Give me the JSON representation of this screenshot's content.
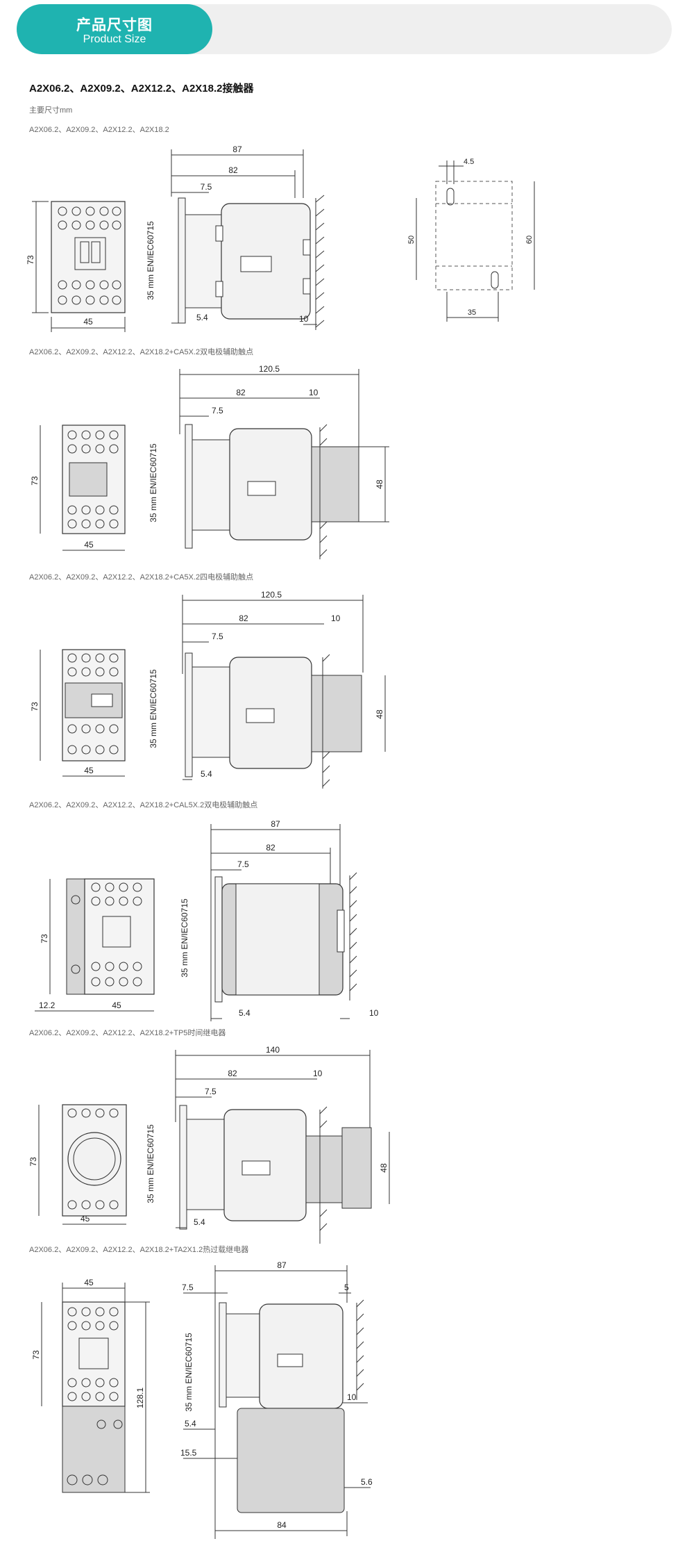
{
  "header": {
    "title_cn": "产品尺寸图",
    "title_en": "Product Size"
  },
  "section": {
    "title": "A2X06.2、A2X09.2、A2X12.2、A2X18.2接触器",
    "subtitle": "主要尺寸mm"
  },
  "drawings": [
    {
      "caption": "A2X06.2、A2X09.2、A2X12.2、A2X18.2",
      "front": {
        "height": "73",
        "width": "45"
      },
      "side": {
        "overall": "87",
        "body": "82",
        "offset": "7.5",
        "rail": "35 mm EN/IEC60715",
        "bottom": "5.4",
        "back": "10"
      },
      "mount": {
        "top": "4.5",
        "inner_h": "50",
        "outer_h": "60",
        "width": "35"
      }
    },
    {
      "caption": "A2X06.2、A2X09.2、A2X12.2、A2X18.2+CA5X.2双电极辅助触点",
      "front": {
        "height": "73",
        "width": "45"
      },
      "side": {
        "overall": "120.5",
        "body": "82",
        "back": "10",
        "offset": "7.5",
        "rail": "35 mm EN/IEC60715",
        "aux_h": "48"
      }
    },
    {
      "caption": "A2X06.2、A2X09.2、A2X12.2、A2X18.2+CA5X.2四电极辅助触点",
      "front": {
        "height": "73",
        "width": "45"
      },
      "side": {
        "overall": "120.5",
        "body": "82",
        "back": "10",
        "offset": "7.5",
        "rail": "35 mm EN/IEC60715",
        "bottom": "5.4",
        "aux_h": "48"
      }
    },
    {
      "caption": "A2X06.2、A2X09.2、A2X12.2、A2X18.2+CAL5X.2双电极辅助触点",
      "front": {
        "height": "73",
        "width": "45",
        "side_w": "12.2"
      },
      "side": {
        "overall": "87",
        "body": "82",
        "offset": "7.5",
        "rail": "35 mm EN/IEC60715",
        "bottom": "5.4",
        "back": "10"
      }
    },
    {
      "caption": "A2X06.2、A2X09.2、A2X12.2、A2X18.2+TP5时间继电器",
      "front": {
        "height": "73",
        "width": "45"
      },
      "side": {
        "overall": "140",
        "body": "82",
        "back": "10",
        "offset": "7.5",
        "rail": "35 mm EN/IEC60715",
        "bottom": "5.4",
        "aux_h": "48"
      }
    },
    {
      "caption": "A2X06.2、A2X09.2、A2X12.2、A2X18.2+TA2X1.2热过载继电器",
      "front": {
        "height": "73",
        "width": "45",
        "total_h": "128.1"
      },
      "side": {
        "overall": "87",
        "offset": "7.5",
        "right": "5",
        "rail": "35 mm EN/IEC60715",
        "back": "10",
        "d1": "5.4",
        "d2": "15.5",
        "d3": "5.6",
        "base": "84"
      }
    }
  ],
  "colors": {
    "accent": "#1fb3b0",
    "header_bg": "#efefef",
    "body_fill": "#f2f2f2",
    "module_fill": "#d6d6d6"
  }
}
